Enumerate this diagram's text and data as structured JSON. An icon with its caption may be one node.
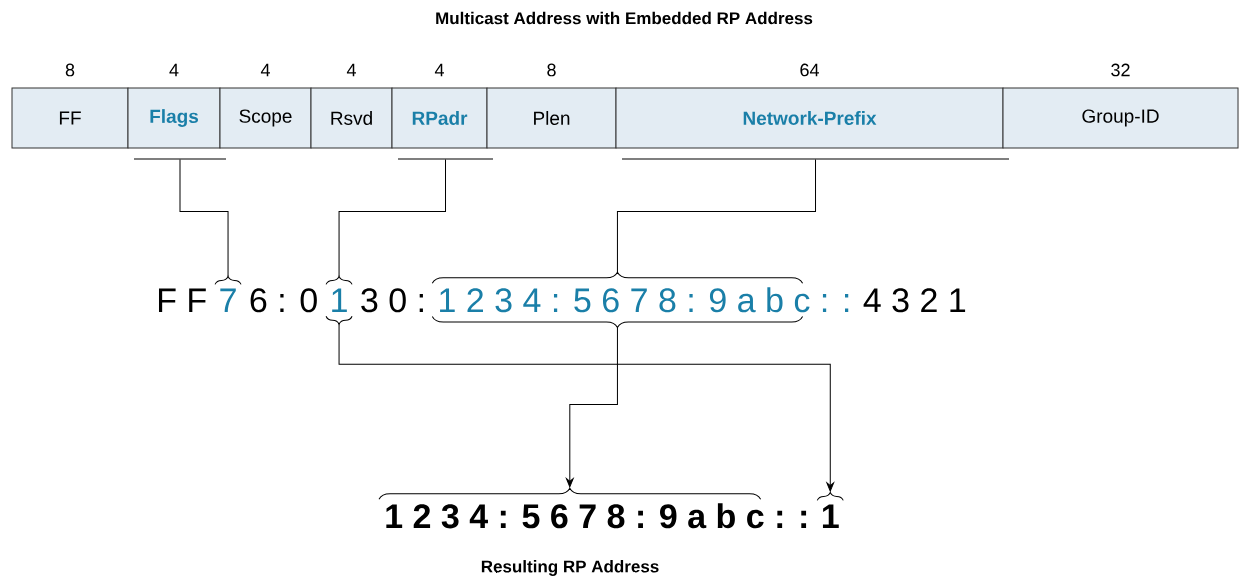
{
  "diagram": {
    "title": "Multicast Address with Embedded RP Address",
    "nodes": [
      {
        "text": [
          "FF"
        ],
        "beside": [
          "8"
        ]
      },
      {
        "text": [
          "Flags"
        ],
        "beside": [
          "4"
        ]
      },
      {
        "text": [
          "Scope"
        ],
        "beside": [
          "4"
        ]
      },
      {
        "text": [
          "Rsvd"
        ],
        "beside": [
          "4"
        ]
      },
      {
        "text": [
          "RPadr"
        ],
        "beside": [
          "4"
        ]
      },
      {
        "text": [
          "Plen"
        ],
        "beside": [
          "8"
        ]
      },
      {
        "text": [
          "Network-Prefix"
        ],
        "beside": [
          "64"
        ]
      },
      {
        "text": [
          "Group-ID"
        ],
        "beside": [
          "32"
        ]
      },
      {
        "text": [
          "7"
        ]
      },
      {
        "text": [
          "1"
        ]
      },
      {
        "text": [
          "1 2 3 4 : 5 6 7 8 : 9 a b c : :"
        ]
      },
      {
        "text": [
          "1 2 3 4 : 5 6 7 8 : 9 a b c : :"
        ]
      },
      {
        "text": [
          "1"
        ]
      }
    ],
    "edges": [
      {
        "from": 1,
        "to": 8,
        "arrow": "none"
      },
      {
        "from": 4,
        "to": 9,
        "arrow": "none"
      },
      {
        "from": 6,
        "to": 10,
        "arrow": "none"
      },
      {
        "from": 10,
        "to": 11,
        "arrow": "to"
      },
      {
        "from": 9,
        "to": 12,
        "arrow": "to"
      }
    ],
    "labels": [
      "F F",
      "6 : 0",
      "3 0 :",
      "4 3 2 1",
      "Resulting RP Address"
    ]
  }
}
